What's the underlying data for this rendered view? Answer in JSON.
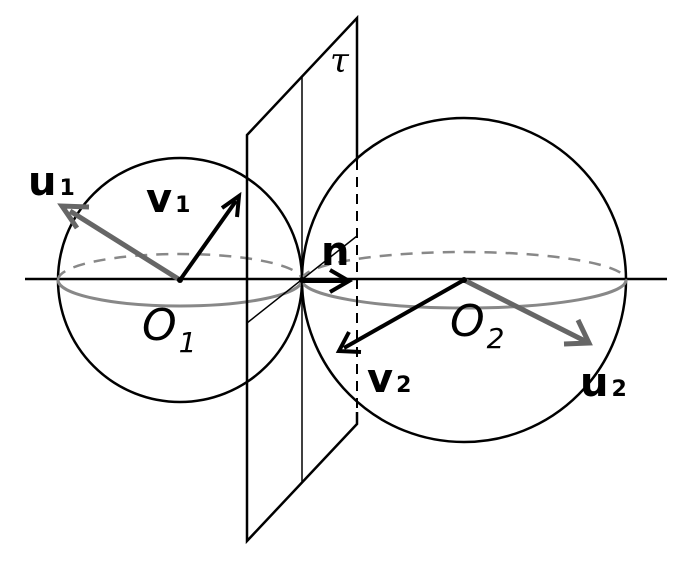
{
  "colors": {
    "ink": "#000000",
    "grey_vector": "#666666",
    "equator": "#888888",
    "background": "#ffffff"
  },
  "labels": {
    "plane": "τ",
    "normal": "n",
    "u1": {
      "main": "u",
      "sub": "1"
    },
    "v1": {
      "main": "v",
      "sub": "1"
    },
    "u2": {
      "main": "u",
      "sub": "2"
    },
    "v2": {
      "main": "v",
      "sub": "2"
    },
    "o1": {
      "main": "O",
      "sub": "1"
    },
    "o2": {
      "main": "O",
      "sub": "2"
    }
  }
}
